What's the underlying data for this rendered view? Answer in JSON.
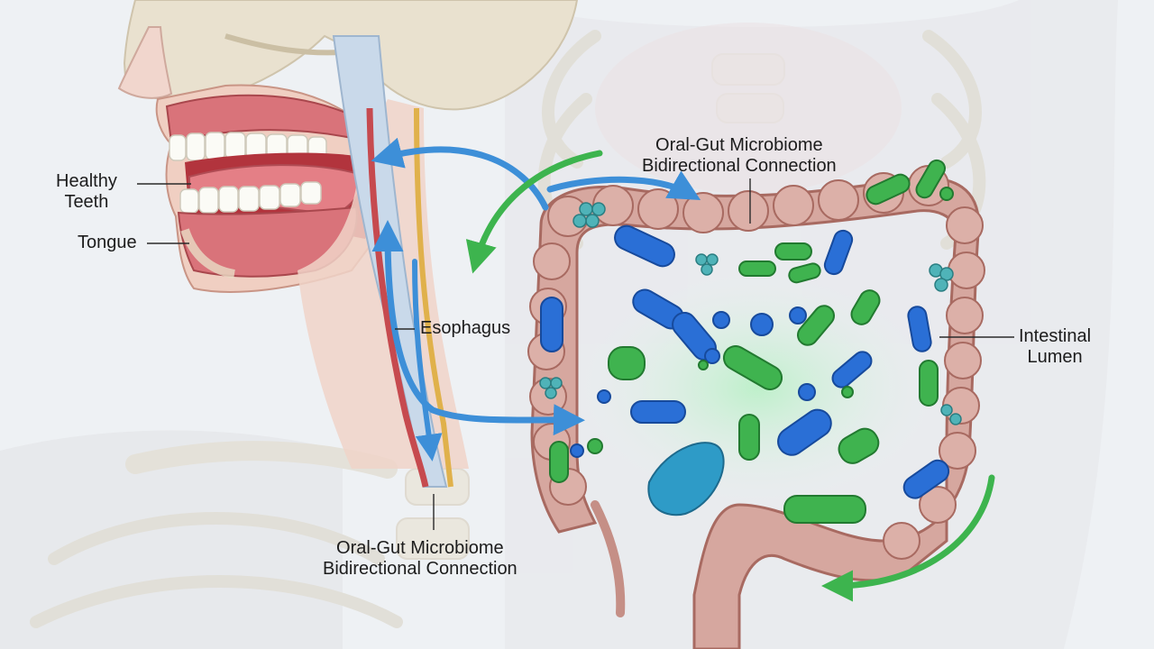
{
  "labels": {
    "healthy_teeth": [
      "Healthy",
      "Teeth"
    ],
    "tongue": "Tongue",
    "esophagus": "Esophagus",
    "connection_top": [
      "Oral-Gut Microbiome",
      "Bidirectional Connection"
    ],
    "connection_bottom": [
      "Oral-Gut Microbiome",
      "Bidirectional Connection"
    ],
    "intestinal_lumen": [
      "Intestinal",
      "Lumen"
    ]
  },
  "colors": {
    "background": "#eef1f4",
    "bone": "#e9e1cf",
    "gum": "#d9737a",
    "colon": "#d6a79f",
    "microbe_blue": "#2a6fd6",
    "microbe_green": "#3fb34f",
    "arrow_blue": "#3d8fd8",
    "arrow_green": "#3db44e"
  },
  "icons": [
    "skull-illustration",
    "mouth-illustration",
    "esophagus-illustration",
    "colon-illustration",
    "microbe-cluster"
  ]
}
